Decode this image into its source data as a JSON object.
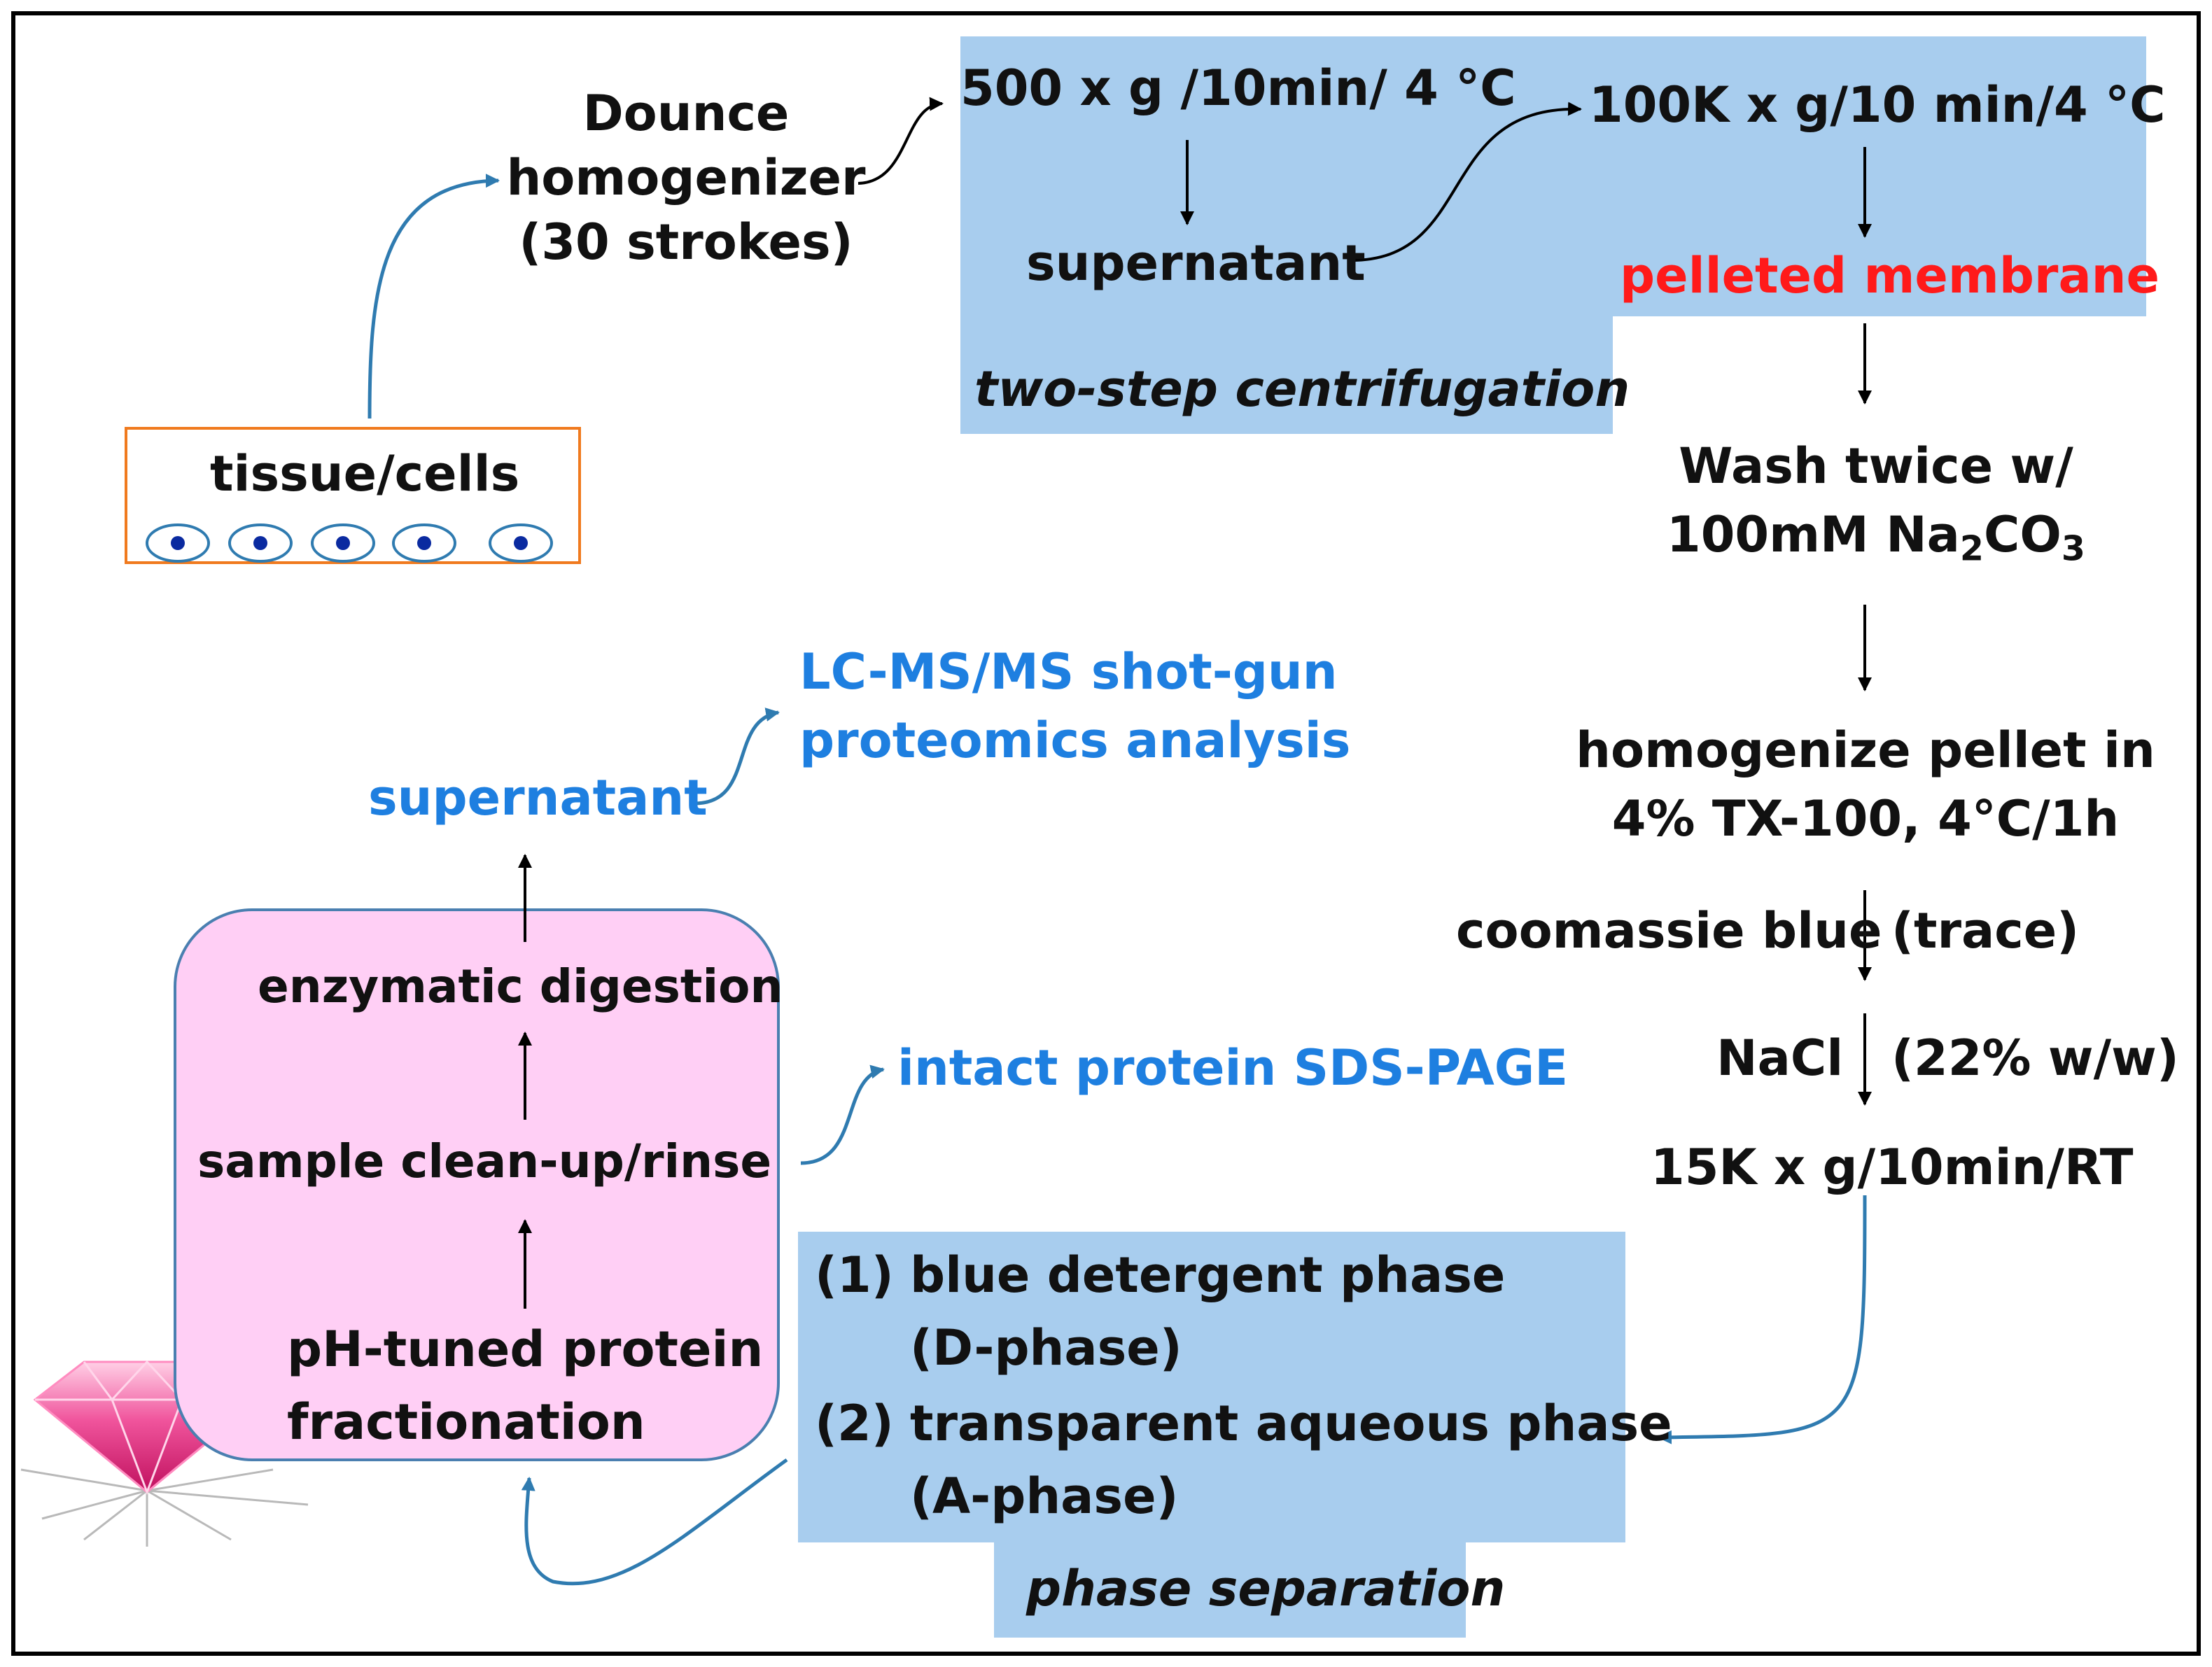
{
  "colors": {
    "panel_blue": "#a8cdee",
    "pink_box_fill": "#ffcff5",
    "pink_box_stroke": "#4a7fb0",
    "tissue_box_stroke": "#f07a1e",
    "arrow_blue": "#2f7bb0",
    "label_blue": "#1e7fe0",
    "label_red": "#ff1a1a",
    "gem_pink": "#f0549c"
  },
  "start": {
    "label": "tissue/cells",
    "cell_icon": "cell-icon"
  },
  "homogenizer": {
    "line1": "Dounce",
    "line2": "homogenizer",
    "line3": "(30 strokes)"
  },
  "centrifugation": {
    "step1": "500 x g /10min/ 4 °C",
    "supernatant": "supernatant",
    "step2": "100K x g/10 min/4 °C",
    "pellet": "pelleted membrane",
    "caption": "two-step centrifugation"
  },
  "right_column": {
    "wash_line1": "Wash twice w/",
    "wash_line2_a": "100mM Na",
    "wash_line2_sub1": "2",
    "wash_line2_b": "CO",
    "wash_line2_sub2": "3",
    "homogenize_line1": "homogenize pellet in",
    "homogenize_line2": "4% TX-100, 4°C/1h",
    "coomassie_left": "coomassie blue",
    "coomassie_right": "(trace)",
    "nacl_left": "NaCl",
    "nacl_right": "(22% w/w)",
    "spin": "15K x g/10min/RT"
  },
  "phase": {
    "item1_num": "(1)",
    "item1_line1": "blue detergent phase",
    "item1_line2": "(D-phase)",
    "item2_num": "(2)",
    "item2_line1": "transparent aqueous phase",
    "item2_line2": "(A-phase)",
    "caption": "phase separation"
  },
  "processing": {
    "fractionation_line1": "pH-tuned protein",
    "fractionation_line2": "fractionation",
    "cleanup": "sample clean-up/rinse",
    "digestion": "enzymatic digestion",
    "gem_icon": "gem-icon"
  },
  "outputs": {
    "sds_page": "intact protein SDS-PAGE",
    "supernatant": "supernatant",
    "lcms_line1": "LC-MS/MS shot-gun",
    "lcms_line2": "proteomics analysis"
  }
}
